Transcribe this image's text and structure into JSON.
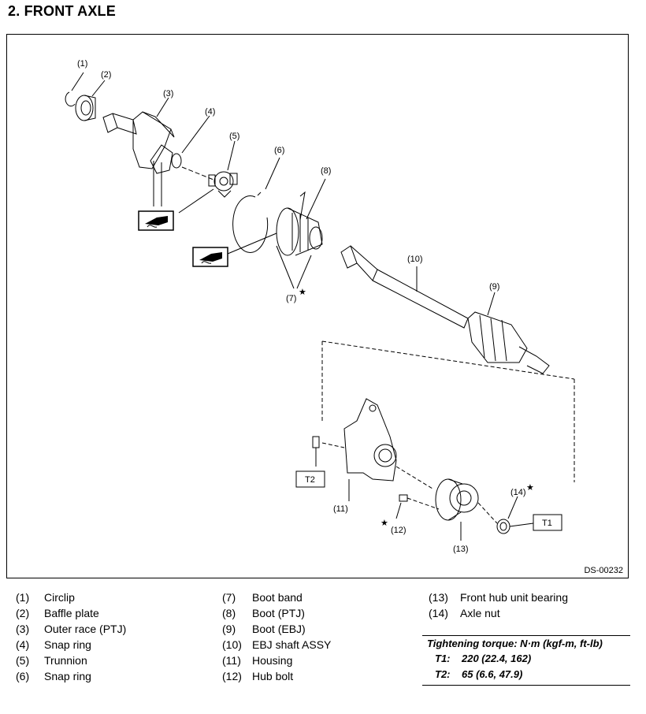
{
  "page_title": "2.  FRONT AXLE",
  "figure_code": "DS-00232",
  "callouts": {
    "c1": "(1)",
    "c2": "(2)",
    "c3": "(3)",
    "c4": "(4)",
    "c5": "(5)",
    "c6": "(6)",
    "c7": "(7)",
    "c8": "(8)",
    "c9": "(9)",
    "c10": "(10)",
    "c11": "(11)",
    "c12": "(12)",
    "c13": "(13)",
    "c14": "(14)",
    "t1": "T1",
    "t2": "T2",
    "star": "★"
  },
  "legend": [
    {
      "num": "(1)",
      "label": "Circlip"
    },
    {
      "num": "(2)",
      "label": "Baffle plate"
    },
    {
      "num": "(3)",
      "label": "Outer race (PTJ)"
    },
    {
      "num": "(4)",
      "label": "Snap ring"
    },
    {
      "num": "(5)",
      "label": "Trunnion"
    },
    {
      "num": "(6)",
      "label": "Snap ring"
    },
    {
      "num": "(7)",
      "label": "Boot band"
    },
    {
      "num": "(8)",
      "label": "Boot (PTJ)"
    },
    {
      "num": "(9)",
      "label": "Boot (EBJ)"
    },
    {
      "num": "(10)",
      "label": "EBJ shaft ASSY"
    },
    {
      "num": "(11)",
      "label": "Housing"
    },
    {
      "num": "(12)",
      "label": "Hub bolt"
    },
    {
      "num": "(13)",
      "label": "Front hub unit bearing"
    },
    {
      "num": "(14)",
      "label": "Axle nut"
    }
  ],
  "torque": {
    "heading": "Tightening torque: N·m (kgf-m, ft-lb)",
    "t1_key": "T1:",
    "t1_value": "220 (22.4, 162)",
    "t2_key": "T2:",
    "t2_value": "65 (6.6, 47.9)"
  }
}
